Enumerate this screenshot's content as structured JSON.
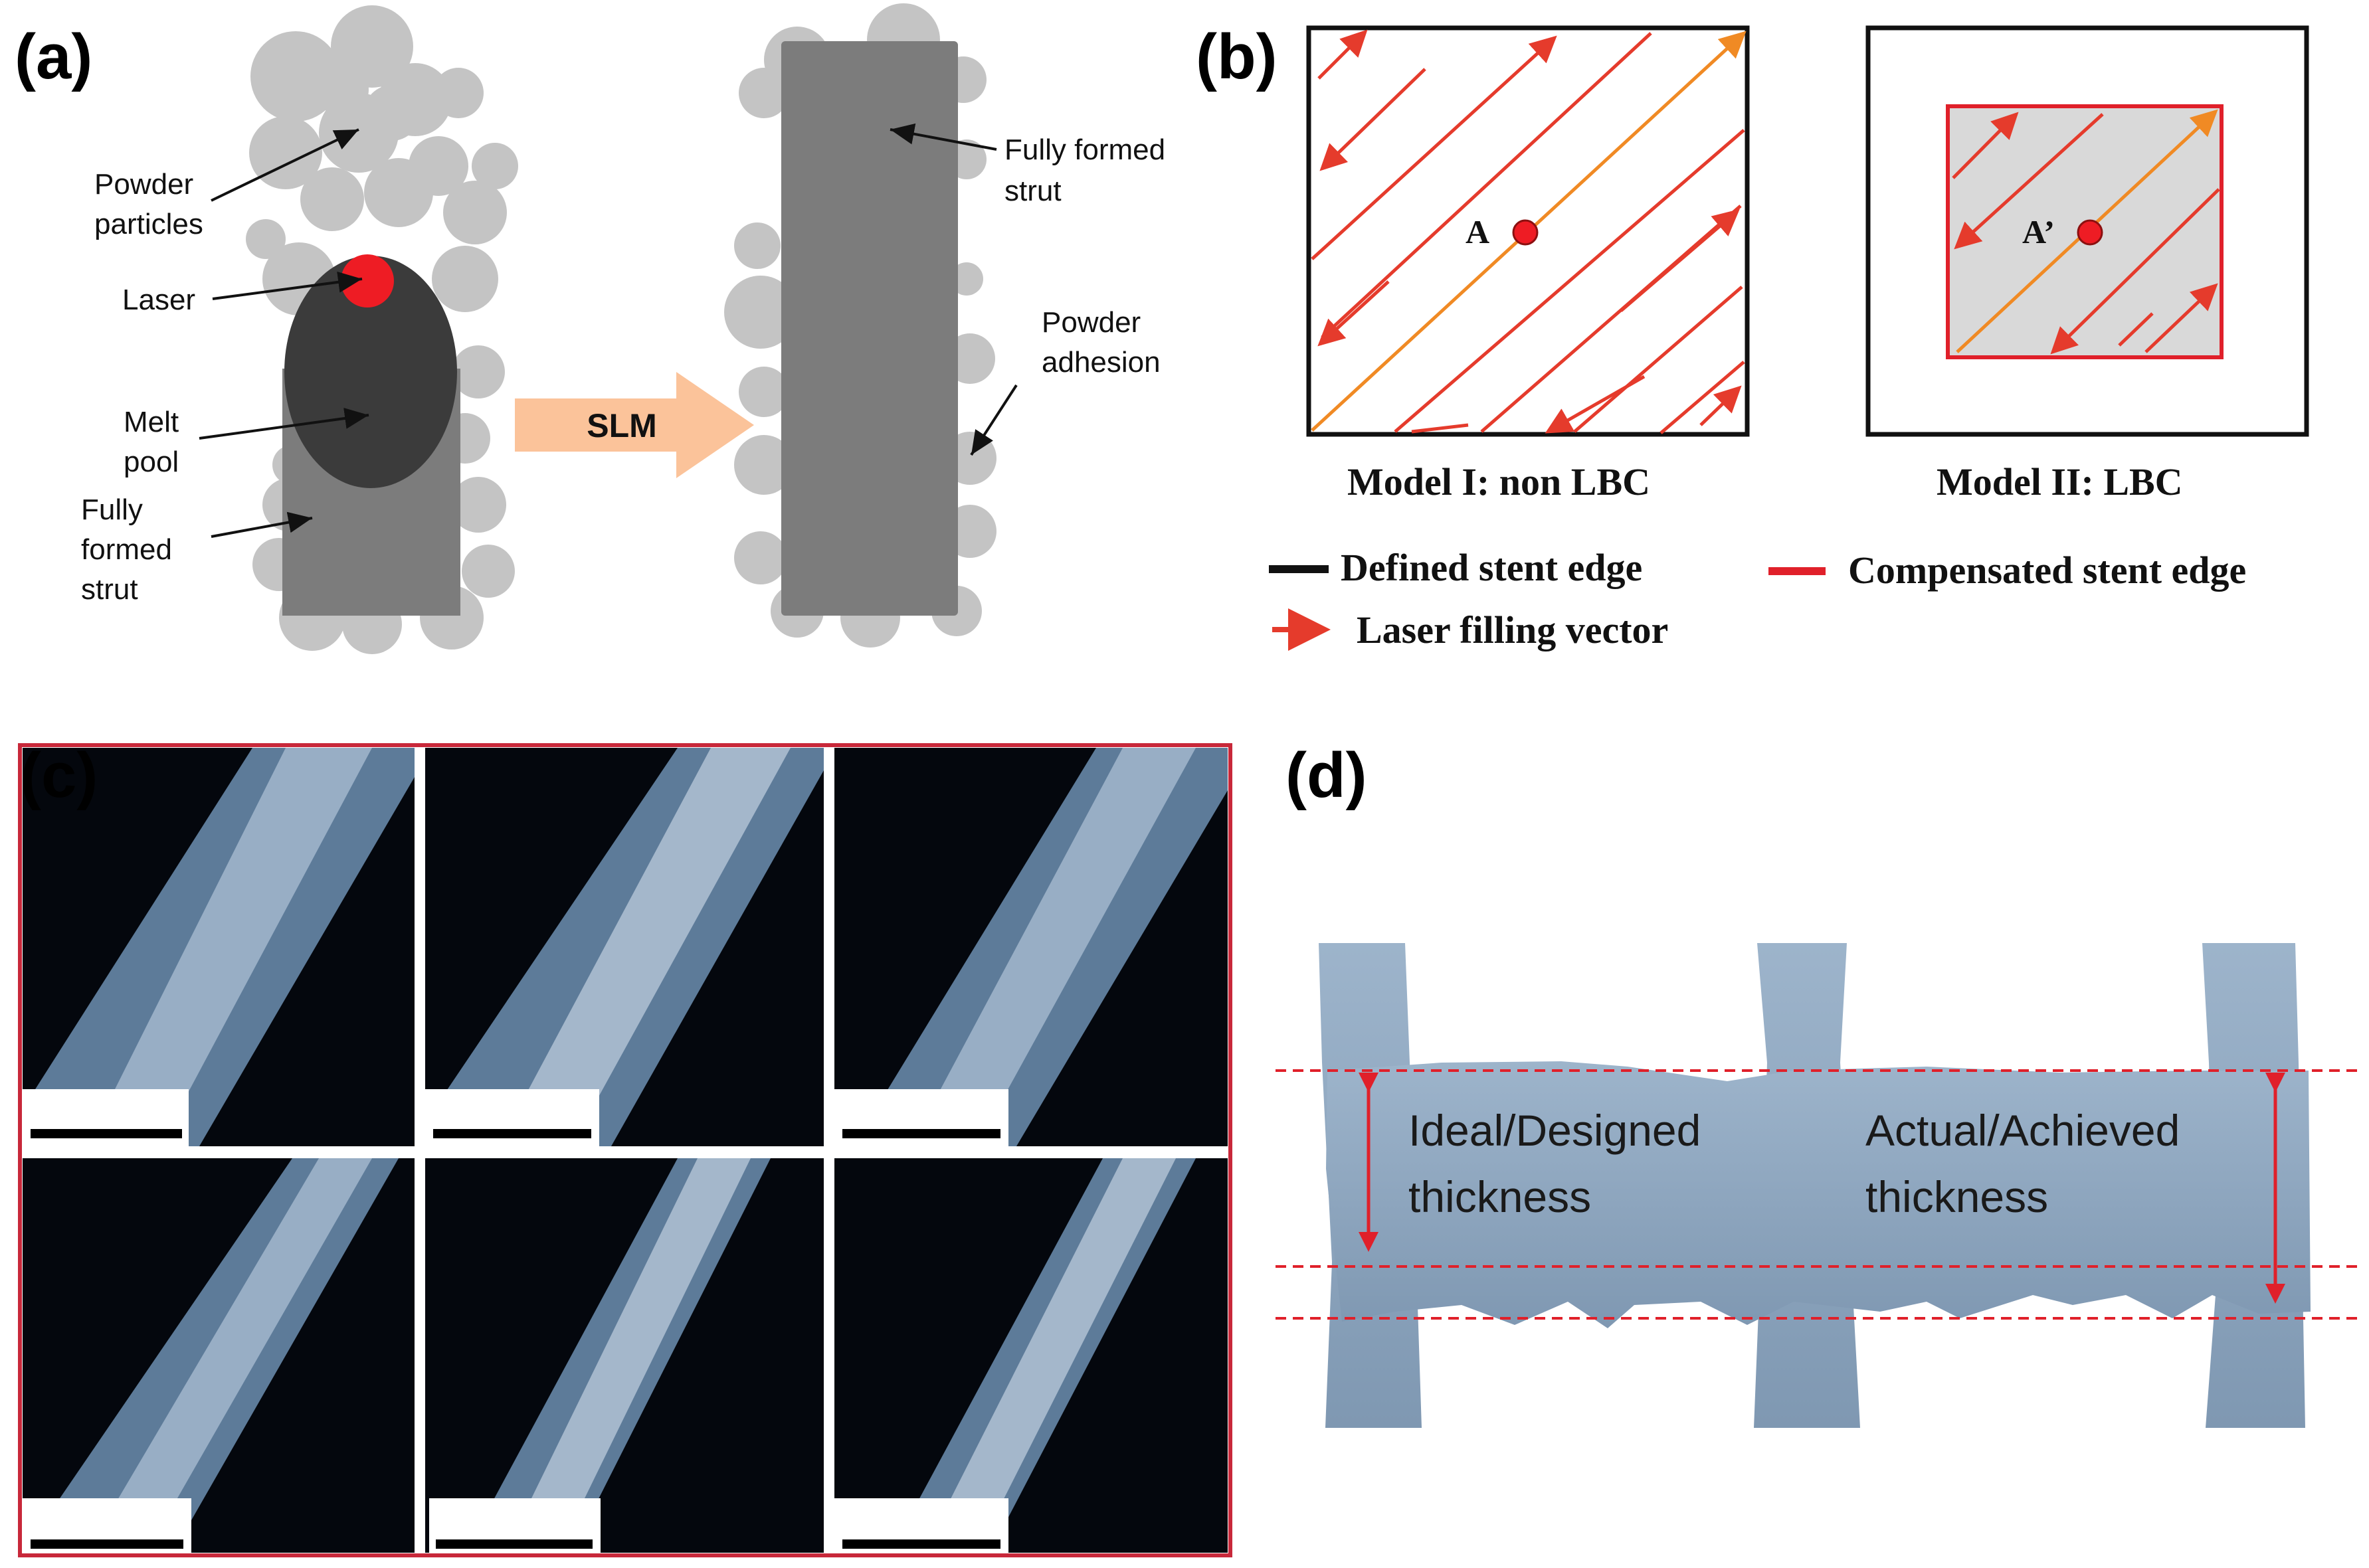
{
  "panels": {
    "a": {
      "letter": "(a)",
      "labels": {
        "powder_1": "Powder",
        "powder_2": "particles",
        "laser": "Laser",
        "melt_1": "Melt",
        "melt_2": "pool",
        "strut_1": "Fully",
        "strut_2": "formed",
        "strut_3": "strut",
        "slm": "SLM",
        "full_1": "Fully formed",
        "full_2": "strut",
        "adh_1": "Powder",
        "adh_2": "adhesion"
      }
    },
    "b": {
      "letter": "(b)",
      "point_a": "A",
      "point_a2": "A’",
      "model1": "Model I:   non LBC",
      "model2": "Model II:    LBC",
      "legend": {
        "defined": "Defined stent edge",
        "compensated": "Compensated stent edge",
        "vector": "Laser filling vector"
      }
    },
    "c": {
      "letter": "(c)"
    },
    "d": {
      "letter": "(d)",
      "ideal_1": "Ideal/Designed",
      "ideal_2": "thickness",
      "actual_1": "Actual/Achieved",
      "actual_2": "thickness"
    }
  },
  "colors": {
    "laser_red": "#e53b2c",
    "laser_orange": "#f08a24",
    "powder_grey": "#c4c4c4",
    "strut_grey": "#7c7c7c",
    "melt_pool": "#3b3b3b",
    "slm_arrow": "#fbc39a",
    "compensated_fill": "#d9d9d9",
    "micro_bg": "#04070d",
    "stent_blue": "#8ea7bf",
    "c_border": "#c8283a"
  }
}
